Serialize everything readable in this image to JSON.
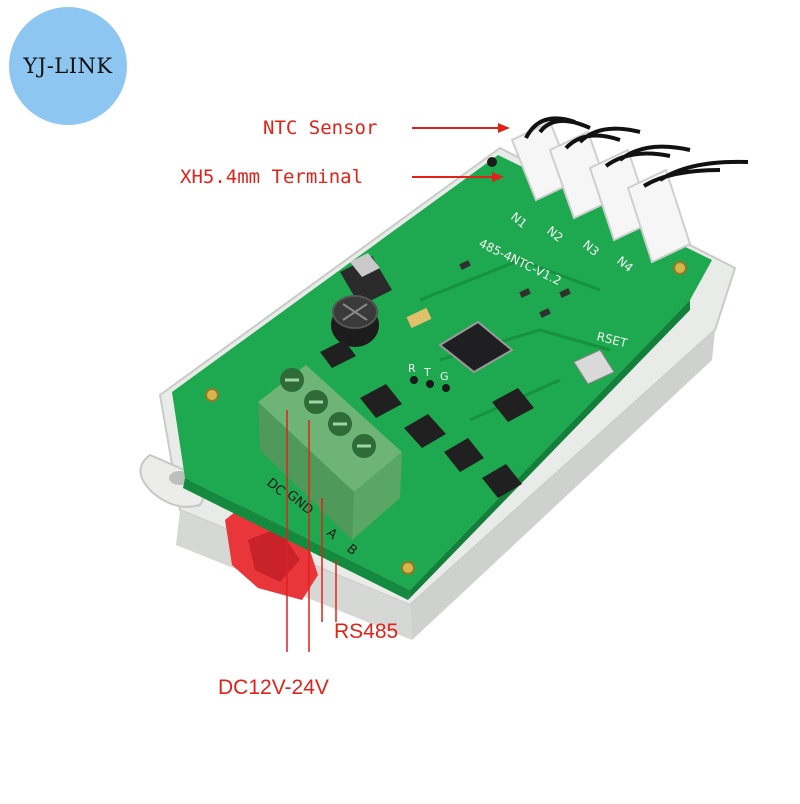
{
  "brand": {
    "logo_text": "YJ-LINK",
    "logo_color": "#8ec6f2"
  },
  "callouts": {
    "ntc_sensor": "NTC Sensor",
    "terminal": "XH5.4mm Terminal",
    "rs485": "RS485",
    "power": "DC12V-24V",
    "color": "#e0221a"
  },
  "pcb": {
    "model": "485-4NTC-V1.2",
    "sensor_ports": [
      "N1",
      "N2",
      "N3",
      "N4"
    ],
    "reset_label": "RSET",
    "terminal_labels": [
      "DC",
      "GND",
      "A",
      "B"
    ],
    "header_labels": [
      "R",
      "T",
      "G"
    ],
    "board_color": "#1ea84f",
    "terminal_color": "#5fae6a"
  }
}
